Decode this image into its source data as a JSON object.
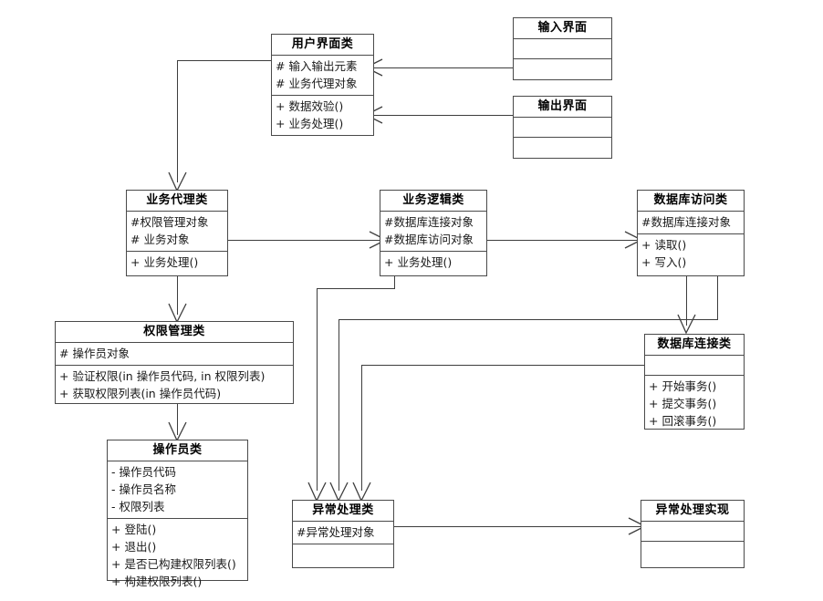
{
  "diagram": {
    "title": "UML Class Diagram",
    "type": "uml-class-diagram",
    "classes": [
      {
        "id": "user-interface-class",
        "name": "用户界面类",
        "attributes": [
          "# 输入输出元素",
          "# 业务代理对象"
        ],
        "methods": [
          "+ 数据效验()",
          "+ 业务处理()"
        ]
      },
      {
        "id": "input-interface",
        "name": "输入界面",
        "attributes": [],
        "methods": []
      },
      {
        "id": "output-interface",
        "name": "输出界面",
        "attributes": [],
        "methods": []
      },
      {
        "id": "business-agent-class",
        "name": "业务代理类",
        "attributes": [
          "#权限管理对象",
          "# 业务对象"
        ],
        "methods": [
          "+ 业务处理()"
        ]
      },
      {
        "id": "business-logic-class",
        "name": "业务逻辑类",
        "attributes": [
          "#数据库连接对象",
          "#数据库访问对象"
        ],
        "methods": [
          "+ 业务处理()"
        ]
      },
      {
        "id": "database-access-class",
        "name": "数据库访问类",
        "attributes": [
          "#数据库连接对象"
        ],
        "methods": [
          "+ 读取()",
          "+ 写入()"
        ]
      },
      {
        "id": "permission-management-class",
        "name": "权限管理类",
        "attributes": [
          "# 操作员对象"
        ],
        "methods": [
          "+ 验证权限(in 操作员代码, in 权限列表)",
          "+ 获取权限列表(in 操作员代码)"
        ]
      },
      {
        "id": "database-connection-class",
        "name": "数据库连接类",
        "attributes": [],
        "methods": [
          "+ 开始事务()",
          "+ 提交事务()",
          "+ 回滚事务()"
        ]
      },
      {
        "id": "operator-class",
        "name": "操作员类",
        "attributes": [
          "- 操作员代码",
          "- 操作员名称",
          "- 权限列表"
        ],
        "methods": [
          "+ 登陆()",
          "+ 退出()",
          "+  是否已构建权限列表()",
          "+ 构建权限列表()"
        ]
      },
      {
        "id": "exception-handling-class",
        "name": "异常处理类",
        "attributes": [
          "#异常处理对象"
        ],
        "methods": []
      },
      {
        "id": "exception-handling-impl",
        "name": "异常处理实现",
        "attributes": [],
        "methods": []
      }
    ],
    "colors": {
      "line": "#3d3d3d",
      "border": "#4a4a4a",
      "background": "#ffffff",
      "text": "#000000"
    }
  }
}
